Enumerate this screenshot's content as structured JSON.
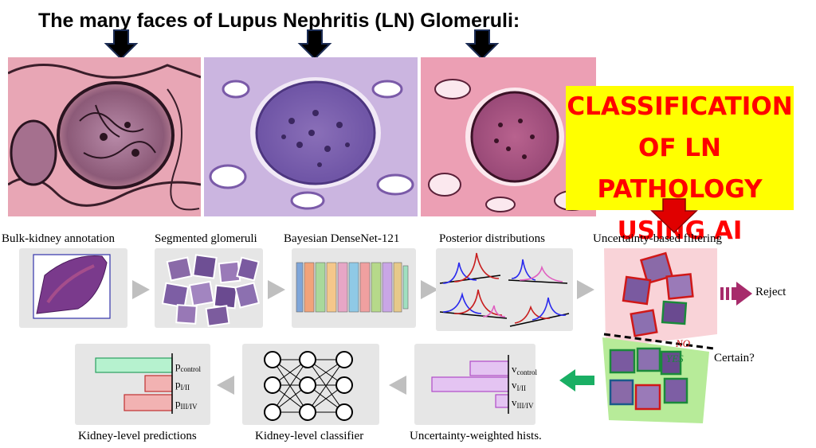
{
  "title": "The many faces of Lupus Nephritis (LN) Glomeruli:",
  "highlight": {
    "line1": "CLASSIFICATION",
    "line2": "OF LN PATHOLOGY",
    "line3": "USING AI"
  },
  "pipeline": {
    "steps": [
      "Bulk-kidney annotation",
      "Segmented glomeruli",
      "Bayesian DenseNet-121",
      "Posterior distributions",
      "Uncertainty-based filtering",
      "Uncertainty-weighted hists.",
      "Kidney-level classifier",
      "Kidney-level predictions"
    ],
    "reject": "Reject",
    "certain": "Certain?",
    "no": "NO",
    "yes": "YES",
    "hist_labels": {
      "control": "control",
      "i_ii": "I/II",
      "iii_iv": "III/IV"
    },
    "hist_prefix": "v",
    "pred_prefix": "p"
  },
  "colors": {
    "pink_fill": "#f9d3d8",
    "green_fill": "#b7eb99",
    "red_arrow": "#e00000",
    "hist_purple": "#e4c4f2",
    "pred_green": "#b6f2cf",
    "pred_red": "#f2b2b2",
    "reject_arrow": "#a72b6b",
    "green_arrow": "#1aaf64"
  }
}
